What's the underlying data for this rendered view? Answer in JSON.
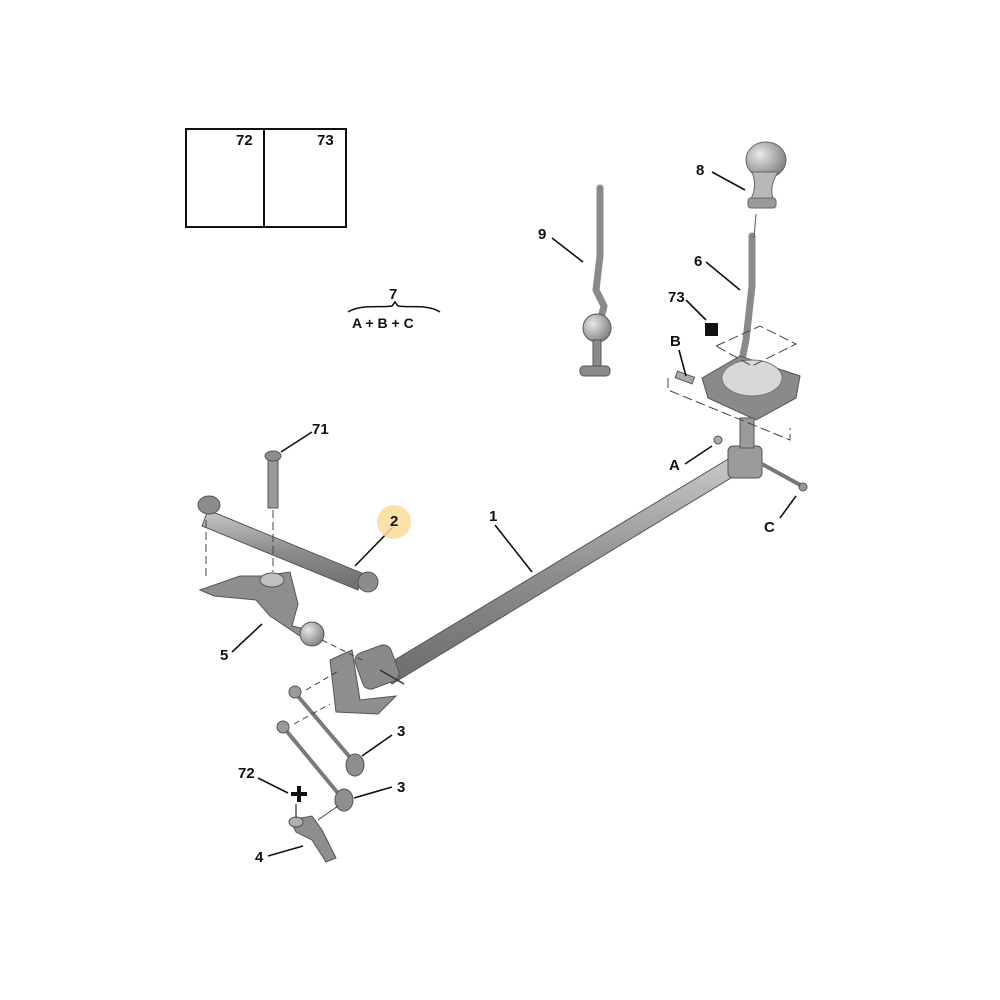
{
  "diagram": {
    "type": "exploded-parts-diagram",
    "subject": "gear shift linkage assembly",
    "highlight_color": "#f9dc9a",
    "line_color": "#111111",
    "part_color": "#9a9a9a",
    "kit": {
      "items": [
        {
          "ref": "72",
          "icon": "bolt-icon"
        },
        {
          "ref": "73",
          "icon": "nut-icon"
        }
      ]
    },
    "kit_formula": {
      "ref": "7",
      "formula": "A + B + C"
    },
    "callouts": [
      {
        "ref": "1",
        "part": "shift-rod"
      },
      {
        "ref": "2",
        "part": "link-rod",
        "highlighted": true
      },
      {
        "ref": "3",
        "part": "bushing-upper"
      },
      {
        "ref": "3",
        "part": "bushing-lower"
      },
      {
        "ref": "4",
        "part": "lever-bracket"
      },
      {
        "ref": "5",
        "part": "pivot-bracket"
      },
      {
        "ref": "6",
        "part": "gear-lever"
      },
      {
        "ref": "8",
        "part": "gear-knob"
      },
      {
        "ref": "9",
        "part": "selector-lever"
      },
      {
        "ref": "71",
        "part": "long-bolt"
      },
      {
        "ref": "72",
        "part": "bolt-marker"
      },
      {
        "ref": "73",
        "part": "nut-marker"
      },
      {
        "ref": "A",
        "part": "washer"
      },
      {
        "ref": "B",
        "part": "pin"
      },
      {
        "ref": "C",
        "part": "bolt"
      }
    ]
  }
}
